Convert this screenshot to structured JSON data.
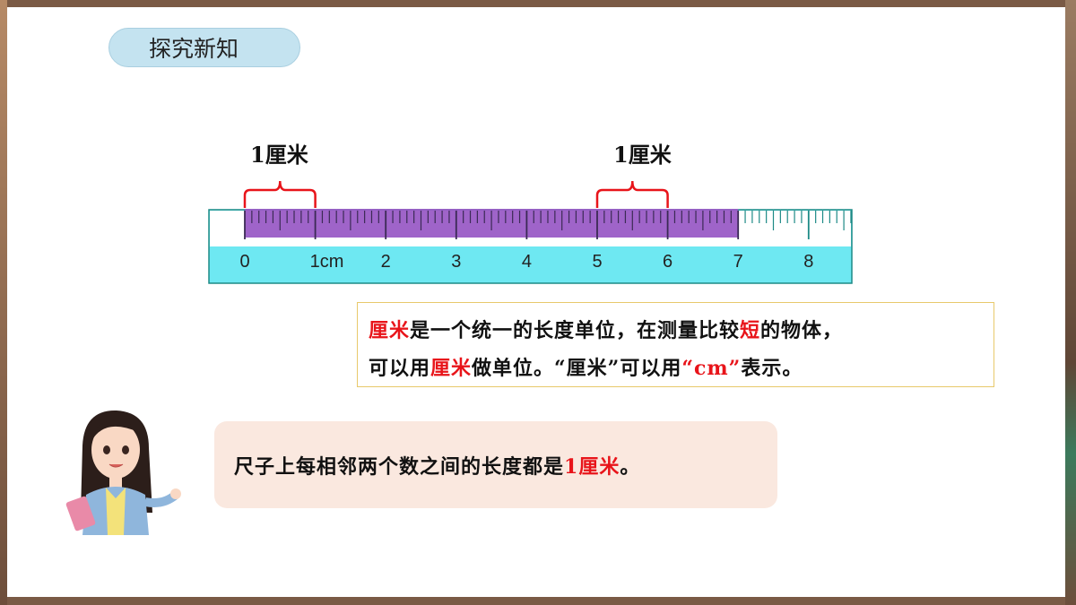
{
  "section_title": "探究新知",
  "ruler": {
    "bracket_label_left": "1厘米",
    "bracket_label_right": "1厘米",
    "tick_numbers": [
      "0",
      "1cm",
      "2",
      "3",
      "4",
      "5",
      "6",
      "7",
      "8"
    ],
    "highlight_from_cm": 0,
    "highlight_to_cm": 7,
    "bracket_left_cm": [
      0,
      1
    ],
    "bracket_right_cm": [
      5,
      6
    ],
    "colors": {
      "body": "#6ee8f2",
      "highlight": "#9a5cc6",
      "ticks": "#1d8a86"
    }
  },
  "definition": {
    "seg1": "厘米",
    "seg2": "是一个统一的长度单位，在测量比较",
    "seg3": "短",
    "seg4": "的物体，",
    "seg5": "可以用",
    "seg6": "厘米",
    "seg7": "做单位。“厘米”可以用",
    "seg8": "“cm”",
    "seg9": "表示。"
  },
  "note": {
    "seg1": "尺子上每相邻两个数之间的长度都是",
    "seg2": "1厘米",
    "seg3": "。"
  }
}
